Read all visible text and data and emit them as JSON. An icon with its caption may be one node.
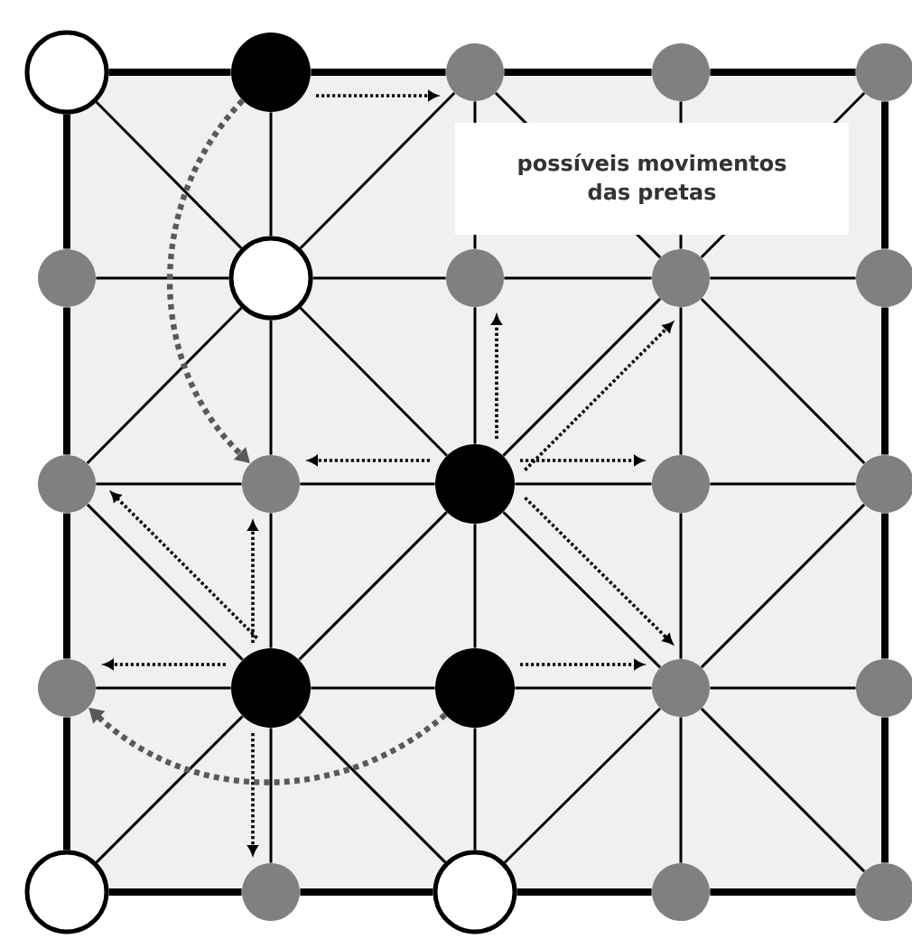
{
  "diagram": {
    "nodes": [
      {
        "text": [],
        "shape": "circle"
      },
      {
        "text": [],
        "shape": "circle"
      },
      {
        "text": [],
        "shape": "circle"
      },
      {
        "text": [],
        "shape": "circle"
      },
      {
        "text": [],
        "shape": "circle"
      },
      {
        "text": [],
        "shape": "circle"
      },
      {
        "text": [],
        "shape": "circle"
      },
      {
        "text": [],
        "shape": "circle"
      },
      {
        "text": [],
        "shape": "circle"
      },
      {
        "text": [],
        "shape": "circle"
      },
      {
        "text": [],
        "shape": "circle"
      },
      {
        "text": [],
        "shape": "circle"
      },
      {
        "text": [],
        "shape": "circle"
      },
      {
        "text": [],
        "shape": "circle"
      },
      {
        "text": [],
        "shape": "circle"
      },
      {
        "text": [],
        "shape": "circle"
      },
      {
        "text": [],
        "shape": "circle"
      },
      {
        "text": [],
        "shape": "circle"
      },
      {
        "text": [],
        "shape": "circle"
      },
      {
        "text": [],
        "shape": "circle"
      },
      {
        "text": [],
        "shape": "circle"
      },
      {
        "text": [],
        "shape": "circle"
      },
      {
        "text": [],
        "shape": "circle"
      },
      {
        "text": [],
        "shape": "circle"
      },
      {
        "text": [],
        "shape": "circle"
      }
    ],
    "edges": [
      {
        "from": 0,
        "to": 1,
        "arrow": "none",
        "style": "thick"
      },
      {
        "from": 1,
        "to": 2,
        "arrow": "none",
        "style": "thick"
      },
      {
        "from": 2,
        "to": 3,
        "arrow": "none",
        "style": "thick"
      },
      {
        "from": 3,
        "to": 4,
        "arrow": "none",
        "style": "thick"
      },
      {
        "from": 5,
        "to": 6,
        "arrow": "none"
      },
      {
        "from": 6,
        "to": 7,
        "arrow": "none"
      },
      {
        "from": 7,
        "to": 8,
        "arrow": "none"
      },
      {
        "from": 8,
        "to": 9,
        "arrow": "none"
      },
      {
        "from": 10,
        "to": 11,
        "arrow": "none"
      },
      {
        "from": 11,
        "to": 12,
        "arrow": "none"
      },
      {
        "from": 12,
        "to": 13,
        "arrow": "none"
      },
      {
        "from": 13,
        "to": 14,
        "arrow": "none"
      },
      {
        "from": 15,
        "to": 16,
        "arrow": "none"
      },
      {
        "from": 16,
        "to": 17,
        "arrow": "none"
      },
      {
        "from": 17,
        "to": 18,
        "arrow": "none"
      },
      {
        "from": 18,
        "to": 19,
        "arrow": "none"
      },
      {
        "from": 20,
        "to": 21,
        "arrow": "none",
        "style": "thick"
      },
      {
        "from": 21,
        "to": 22,
        "arrow": "none",
        "style": "thick"
      },
      {
        "from": 22,
        "to": 23,
        "arrow": "none",
        "style": "thick"
      },
      {
        "from": 23,
        "to": 24,
        "arrow": "none",
        "style": "thick"
      },
      {
        "from": 0,
        "to": 5,
        "arrow": "none",
        "style": "thick"
      },
      {
        "from": 5,
        "to": 10,
        "arrow": "none",
        "style": "thick"
      },
      {
        "from": 10,
        "to": 15,
        "arrow": "none",
        "style": "thick"
      },
      {
        "from": 15,
        "to": 20,
        "arrow": "none",
        "style": "thick"
      },
      {
        "from": 1,
        "to": 6,
        "arrow": "none"
      },
      {
        "from": 6,
        "to": 11,
        "arrow": "none"
      },
      {
        "from": 11,
        "to": 16,
        "arrow": "none"
      },
      {
        "from": 16,
        "to": 21,
        "arrow": "none"
      },
      {
        "from": 2,
        "to": 7,
        "arrow": "none"
      },
      {
        "from": 7,
        "to": 12,
        "arrow": "none"
      },
      {
        "from": 12,
        "to": 17,
        "arrow": "none"
      },
      {
        "from": 17,
        "to": 22,
        "arrow": "none"
      },
      {
        "from": 3,
        "to": 8,
        "arrow": "none"
      },
      {
        "from": 8,
        "to": 13,
        "arrow": "none"
      },
      {
        "from": 13,
        "to": 18,
        "arrow": "none"
      },
      {
        "from": 18,
        "to": 23,
        "arrow": "none"
      },
      {
        "from": 4,
        "to": 9,
        "arrow": "none",
        "style": "thick"
      },
      {
        "from": 9,
        "to": 14,
        "arrow": "none",
        "style": "thick"
      },
      {
        "from": 14,
        "to": 19,
        "arrow": "none",
        "style": "thick"
      },
      {
        "from": 19,
        "to": 24,
        "arrow": "none",
        "style": "thick"
      },
      {
        "from": 0,
        "to": 6,
        "arrow": "none"
      },
      {
        "from": 2,
        "to": 8,
        "arrow": "none"
      },
      {
        "from": 6,
        "to": 12,
        "arrow": "none"
      },
      {
        "from": 8,
        "to": 14,
        "arrow": "none"
      },
      {
        "from": 10,
        "to": 16,
        "arrow": "none"
      },
      {
        "from": 12,
        "to": 18,
        "arrow": "none"
      },
      {
        "from": 16,
        "to": 22,
        "arrow": "none"
      },
      {
        "from": 18,
        "to": 24,
        "arrow": "none"
      },
      {
        "from": 2,
        "to": 6,
        "arrow": "none"
      },
      {
        "from": 4,
        "to": 8,
        "arrow": "none"
      },
      {
        "from": 6,
        "to": 10,
        "arrow": "none"
      },
      {
        "from": 8,
        "to": 12,
        "arrow": "none"
      },
      {
        "from": 12,
        "to": 16,
        "arrow": "none"
      },
      {
        "from": 14,
        "to": 18,
        "arrow": "none"
      },
      {
        "from": 16,
        "to": 20,
        "arrow": "none"
      },
      {
        "from": 18,
        "to": 22,
        "arrow": "none"
      },
      {
        "from": 1,
        "to": 2,
        "arrow": "to",
        "style": "dashed"
      },
      {
        "from": 1,
        "to": 11,
        "arrow": "to",
        "style": "dashed",
        "color": "#595959"
      },
      {
        "from": 12,
        "to": 7,
        "arrow": "to",
        "style": "dashed"
      },
      {
        "from": 12,
        "to": 8,
        "arrow": "to",
        "style": "dashed"
      },
      {
        "from": 12,
        "to": 11,
        "arrow": "to",
        "style": "dashed"
      },
      {
        "from": 12,
        "to": 13,
        "arrow": "to",
        "style": "dashed"
      },
      {
        "from": 12,
        "to": 18,
        "arrow": "to",
        "style": "dashed"
      },
      {
        "from": 16,
        "to": 10,
        "arrow": "to",
        "style": "dashed"
      },
      {
        "from": 16,
        "to": 11,
        "arrow": "to",
        "style": "dashed"
      },
      {
        "from": 16,
        "to": 15,
        "arrow": "to",
        "style": "dashed"
      },
      {
        "from": 16,
        "to": 21,
        "arrow": "to",
        "style": "dashed"
      },
      {
        "from": 17,
        "to": 18,
        "arrow": "to",
        "style": "dashed"
      },
      {
        "from": 17,
        "to": 15,
        "arrow": "to",
        "style": "dashed",
        "color": "#595959"
      }
    ],
    "labels": [
      "possíveis movimentos das pretas"
    ]
  }
}
